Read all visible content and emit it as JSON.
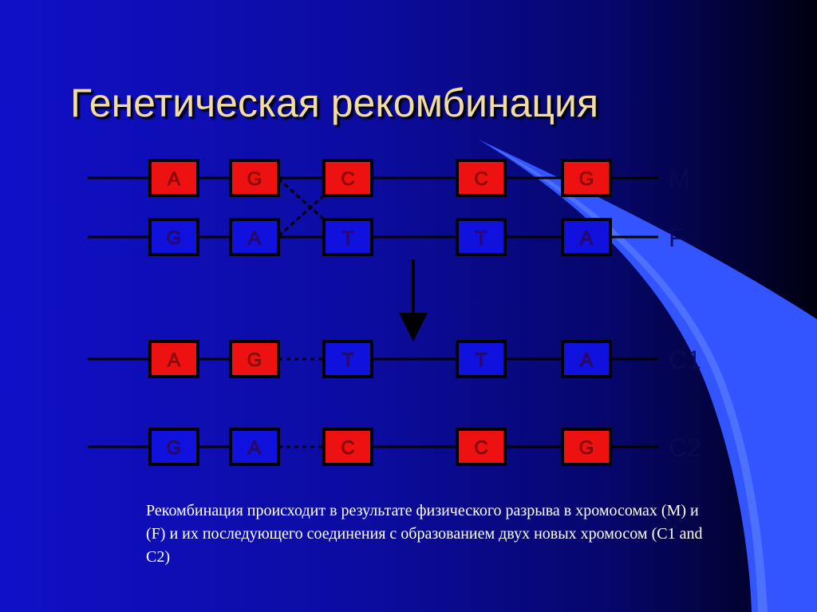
{
  "slide": {
    "title": "Генетическая рекомбинация",
    "caption": "Рекомбинация происходит в результате физического разрыва в хромосомах (M) и (F) и их последующего соединения с образованием двух новых хромосом (C1 and C2)"
  },
  "colors": {
    "red_gene": "#ee1111",
    "blue_gene": "#1111dd",
    "outline": "#000000",
    "title": "#f2dca0",
    "swoosh": "#3355ff",
    "swoosh_light": "#5a7cff"
  },
  "chromosomes": [
    {
      "id": "M",
      "label": "M",
      "genes": [
        {
          "letter": "A",
          "color": "red"
        },
        {
          "letter": "G",
          "color": "red"
        },
        {
          "letter": "C",
          "color": "red"
        },
        {
          "letter": "C",
          "color": "red"
        },
        {
          "letter": "G",
          "color": "red"
        }
      ],
      "dashed_after": null
    },
    {
      "id": "F",
      "label": "F",
      "genes": [
        {
          "letter": "G",
          "color": "blue"
        },
        {
          "letter": "A",
          "color": "blue"
        },
        {
          "letter": "T",
          "color": "blue"
        },
        {
          "letter": "T",
          "color": "blue"
        },
        {
          "letter": "A",
          "color": "blue"
        }
      ],
      "dashed_after": null
    },
    {
      "id": "C1",
      "label": "C1",
      "genes": [
        {
          "letter": "A",
          "color": "red"
        },
        {
          "letter": "G",
          "color": "red"
        },
        {
          "letter": "T",
          "color": "blue"
        },
        {
          "letter": "T",
          "color": "blue"
        },
        {
          "letter": "A",
          "color": "blue"
        }
      ],
      "dashed_after": 1
    },
    {
      "id": "C2",
      "label": "C2",
      "genes": [
        {
          "letter": "G",
          "color": "blue"
        },
        {
          "letter": "A",
          "color": "blue"
        },
        {
          "letter": "C",
          "color": "red"
        },
        {
          "letter": "C",
          "color": "red"
        },
        {
          "letter": "G",
          "color": "red"
        }
      ],
      "dashed_after": 1
    }
  ],
  "crossover": {
    "between_rows": [
      "M",
      "F"
    ],
    "between_genes": [
      1,
      2
    ]
  }
}
